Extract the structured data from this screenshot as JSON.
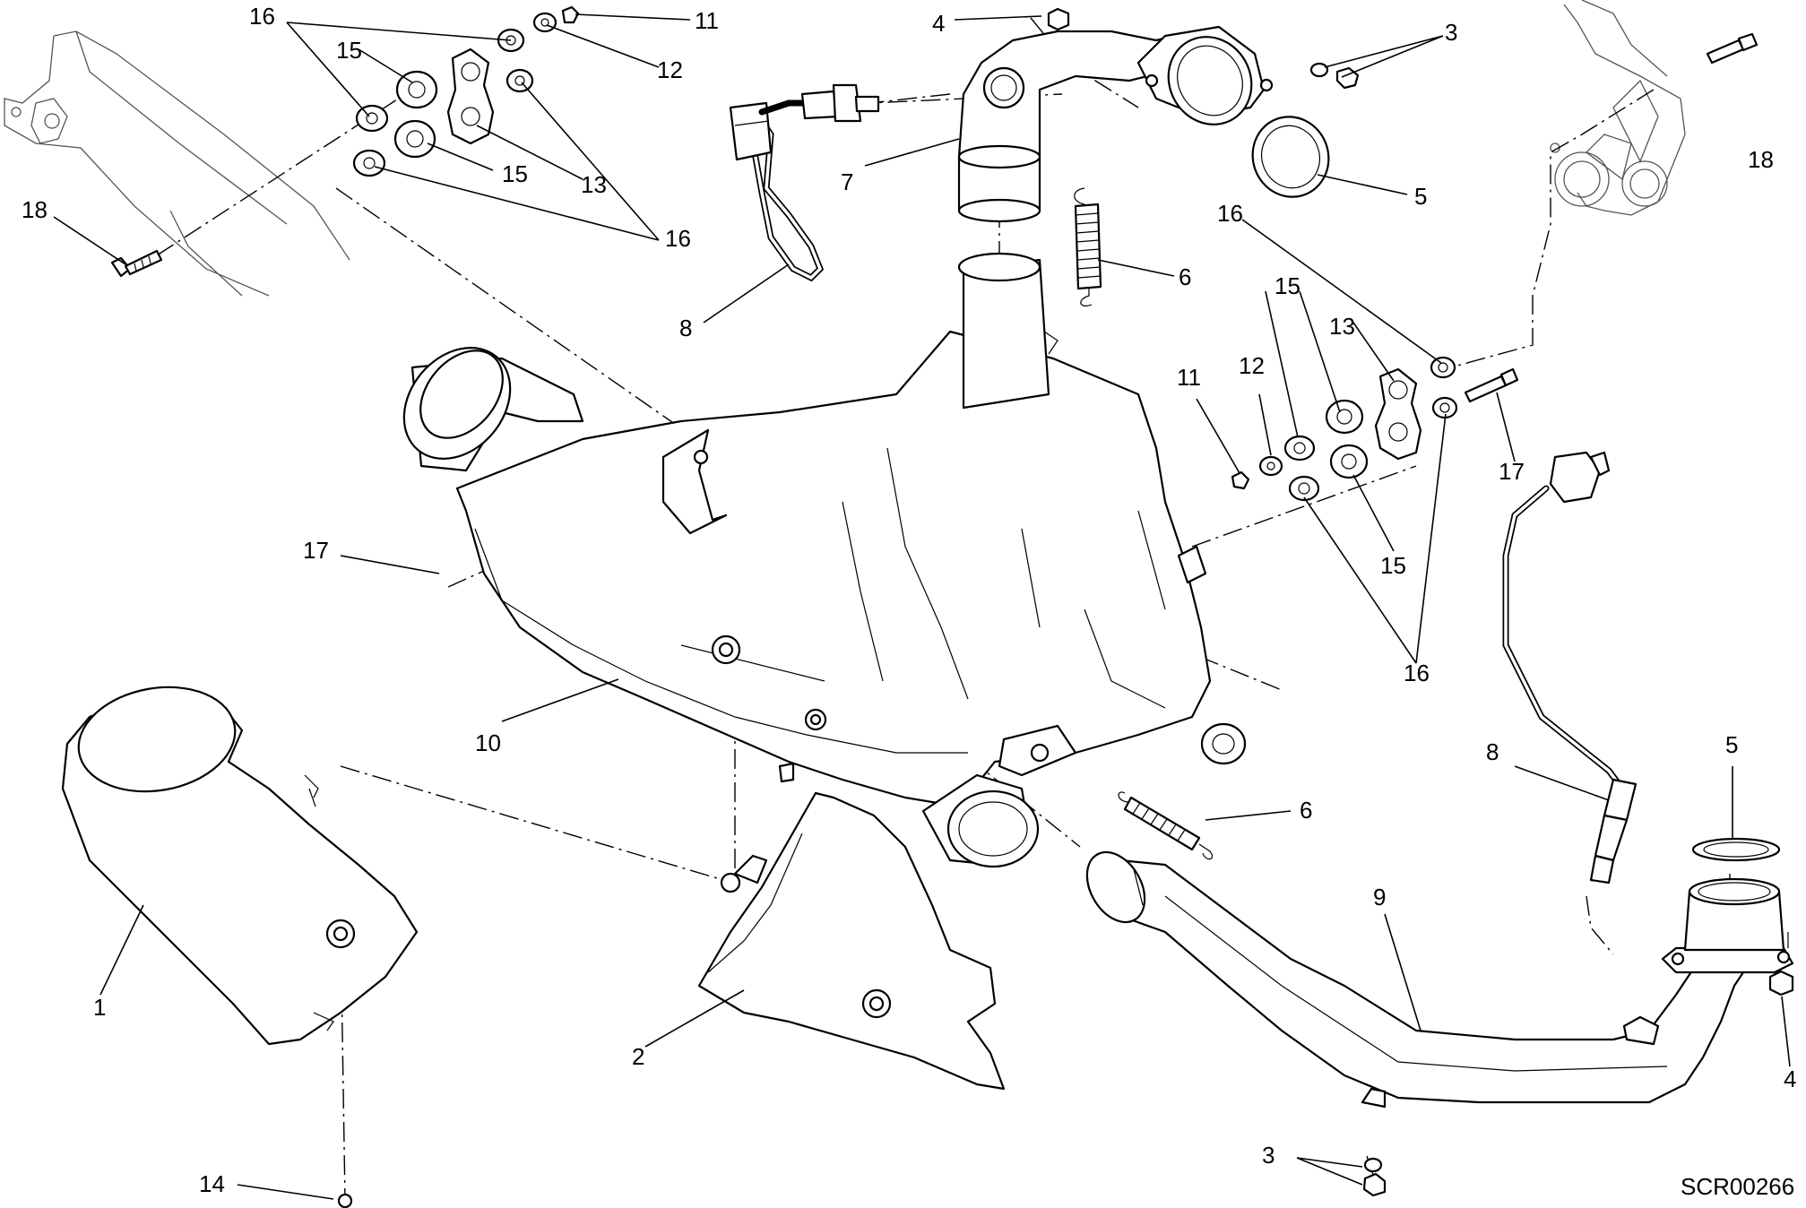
{
  "diagram": {
    "reference_code": "SCR00266",
    "callouts": {
      "c1": "1",
      "c2": "2",
      "c3a": "3",
      "c3b": "3",
      "c4a": "4",
      "c4b": "4",
      "c5a": "5",
      "c5b": "5",
      "c6a": "6",
      "c6b": "6",
      "c7": "7",
      "c8a": "8",
      "c8b": "8",
      "c9": "9",
      "c10": "10",
      "c11a": "11",
      "c11b": "11",
      "c12a": "12",
      "c12b": "12",
      "c13a": "13",
      "c13b": "13",
      "c14": "14",
      "c15a": "15",
      "c15b": "15",
      "c15c": "15",
      "c15d": "15",
      "c16a": "16",
      "c16b": "16",
      "c16c": "16",
      "c16d": "16",
      "c17a": "17",
      "c17b": "17",
      "c18a": "18",
      "c18b": "18"
    }
  }
}
